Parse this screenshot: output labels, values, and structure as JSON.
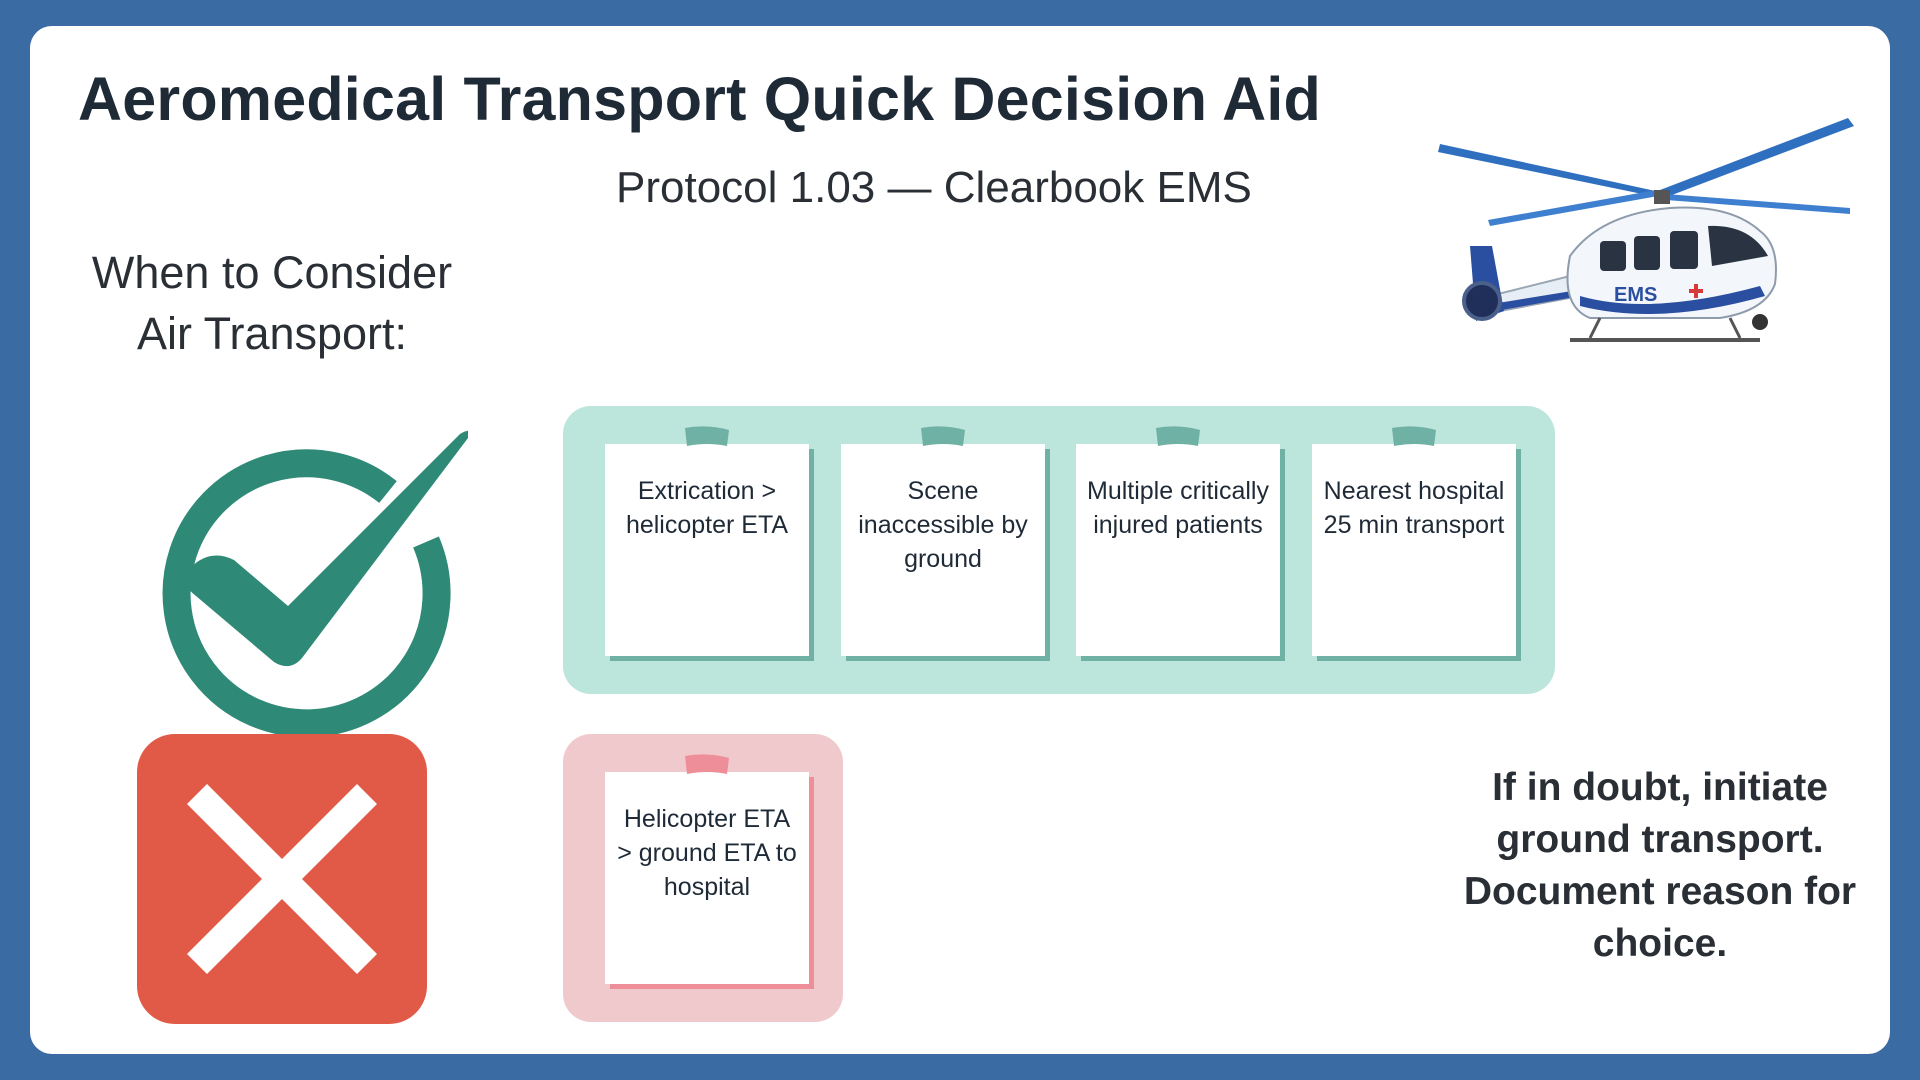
{
  "header": {
    "title": "Aeromedical Transport Quick Decision Aid",
    "subtitle": "Protocol 1.03 — Clearbook EMS"
  },
  "consider": {
    "heading_line1": "When to Consider",
    "heading_line2": "Air Transport:"
  },
  "helicopter": {
    "label": "EMS",
    "tail_label": "EMS"
  },
  "indications": {
    "icon": "check-circle-icon",
    "items": [
      {
        "text": "Extrication > helicopter ETA"
      },
      {
        "text": "Scene inaccessible by ground"
      },
      {
        "text": "Multiple critically injured patients"
      },
      {
        "text": "Nearest hospital 25 min transport"
      }
    ]
  },
  "contraindications": {
    "icon": "x-box-icon",
    "items": [
      {
        "text": "Helicopter ETA > ground ETA to hospital"
      }
    ]
  },
  "footer": {
    "advice": "If in doubt, initiate ground transport. Document reason for choice."
  },
  "colors": {
    "frame": "#3b6ba3",
    "check_green": "#2e8a76",
    "panel_green": "#bce5dc",
    "tape_green": "#6fb1a4",
    "x_red": "#e05a47",
    "panel_pink": "#f0c9cd",
    "tape_pink": "#ee8e99"
  }
}
